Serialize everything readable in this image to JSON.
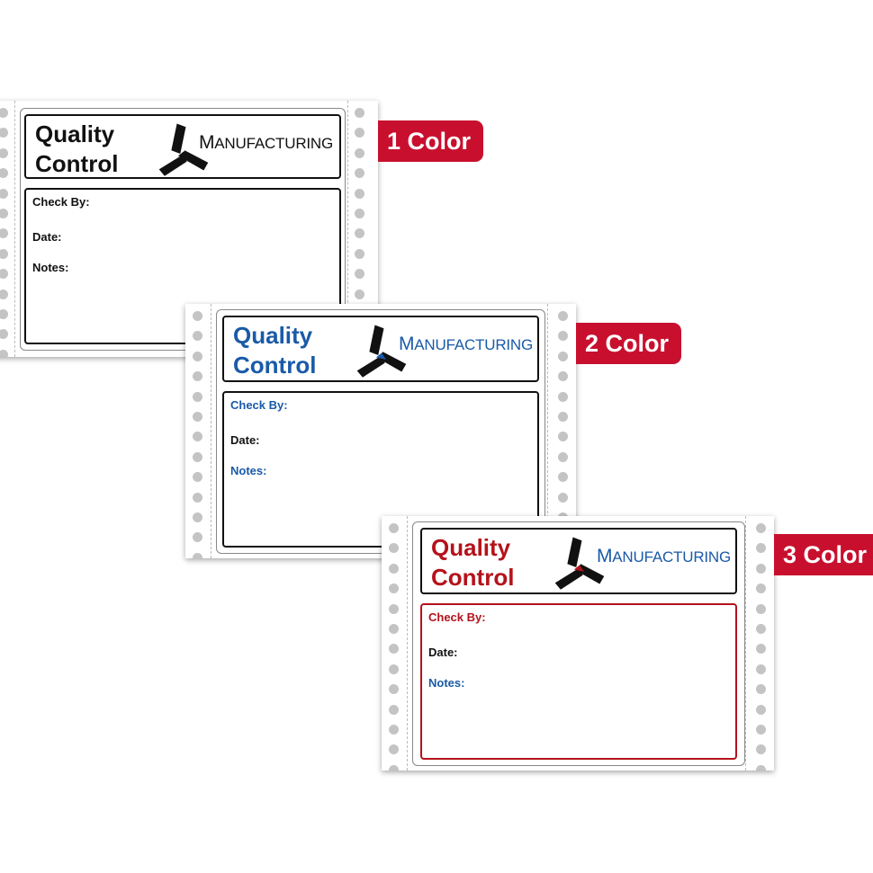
{
  "labels": [
    {
      "variant_tag": "1 Color",
      "title_line1": "Quality",
      "title_line2": "Control",
      "brand_initial": "M",
      "brand_rest": "ANUFACTURING",
      "check_by": "Check By:",
      "date": "Date:",
      "notes": "Notes:",
      "colors": {
        "title": "#111111",
        "brand": "#111111",
        "check_by": "#111111",
        "notes": "#111111",
        "body_border": "#111111"
      }
    },
    {
      "variant_tag": "2 Color",
      "title_line1": "Quality",
      "title_line2": "Control",
      "brand_initial": "M",
      "brand_rest": "ANUFACTURING",
      "check_by": "Check By:",
      "date": "Date:",
      "notes": "Notes:",
      "colors": {
        "title": "#1a5aa8",
        "brand": "#1a5aa8",
        "check_by": "#1a5aa8",
        "notes": "#1a5aa8",
        "body_border": "#111111"
      }
    },
    {
      "variant_tag": "3 Color",
      "title_line1": "Quality",
      "title_line2": "Control",
      "brand_initial": "M",
      "brand_rest": "ANUFACTURING",
      "check_by": "Check By:",
      "date": "Date:",
      "notes": "Notes:",
      "colors": {
        "title": "#b5121b",
        "brand": "#1a5aa8",
        "check_by": "#b5121b",
        "notes": "#1a5aa8",
        "body_border": "#b5121b"
      }
    }
  ],
  "logo_icon": "manufacturing-logo-icon",
  "tag_color": "#c8102e"
}
